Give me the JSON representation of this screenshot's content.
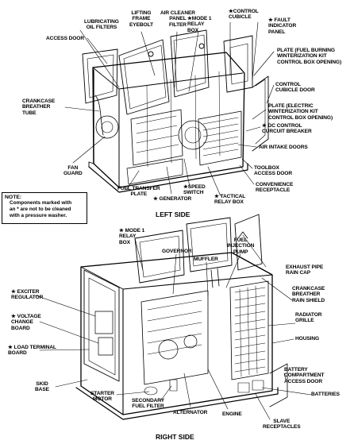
{
  "colors": {
    "ink": "#000000",
    "paper": "#ffffff"
  },
  "captions": {
    "top": "LEFT SIDE",
    "bottom": "RIGHT SIDE"
  },
  "note": {
    "title": "NOTE:",
    "text": "Components marked with\nan * are not to be cleaned\nwith a pressure washer."
  },
  "left_side_labels": {
    "lubricating_oil_filters": "LUBRICATING\nOIL FILTERS",
    "lifting_frame_eyebolt": "LIFTING\nFRAME\nEYEBOLT",
    "air_cleaner_panel_filter": "AIR CLEANER\nPANEL\nFILTER",
    "mode1_relay_box": "★MODE 1\nRELAY\nBOX",
    "control_cubicle": "★CONTROL\nCUBICLE",
    "fault_indicator_panel": "★ FAULT\nINDICATOR\nPANEL",
    "access_door": "ACCESS DOOR",
    "plate_fuel_burning": "PLATE (FUEL BURNING\nWINTERIZATION KIT\nCONTROL BOX OPENING)",
    "control_cubicle_door": "CONTROL\nCUBICLE DOOR",
    "crankcase_breather_tube": "CRANKCASE\nBREATHER\nTUBE",
    "plate_electric": "PLATE (ELECTRIC\nWINTERIZATION KIT\nCONTROL BOX OPENING)",
    "dc_control_circuit_breaker": "★ DC CONTROL\nCURCUIT BREAKER",
    "air_intake_doors": "AIR INTAKE DOORS",
    "fan_guard": "FAN\nGUARD",
    "toolbox_access_door": "TOOLBOX\nACCESS DOOR",
    "convenience_receptacle": "CONVENIENCE\nRECEPTACLE",
    "speed_switch": "★SPEED\nSWITCH",
    "fuel_transfer_plate": "FUEL TRANSFER\nPLATE",
    "generator": "★ GENERATOR",
    "tactical_relay_box": "★ TACTICAL\nRELAY BOX"
  },
  "right_side_labels": {
    "mode1_relay_box": "★ MODE 1\nRELAY\nBOX",
    "governor": "GOVERNOR",
    "muffler": "MUFFLER",
    "fuel_injection_pump": "FUEL\nINJECTION\nPUMP",
    "exhaust_pipe_rain_cap": "EXHAUST PIPE\nRAIN CAP",
    "exciter_regulator": "★ EXCITER\nREGULATOR",
    "crankcase_breather_rain_shield": "CRANKCASE\nBREATHER\nRAIN SHIELD",
    "voltage_change_board": "★ VOLTAGE\nCHANGE\nBOARD",
    "radiator_grille": "RADIATOR\nGRILLE",
    "housing": "HOUSING",
    "load_terminal_board": "★ LOAD TERMINAL\nBOARD",
    "skid_base": "SKID\nBASE",
    "starter_motor": "STARTER\nMOTOR",
    "battery_compartment_access_door": "BATTERY\nCOMPARTMENT\nACCESS DOOR",
    "secondary_fuel_filter": "SECONDARY\nFUEL FILTER",
    "batteries": "BATTERIES",
    "alternator": "ALTERNATOR",
    "engine": "ENGINE",
    "slave_receptacles": "SLAVE\nRECEPTACLES"
  }
}
